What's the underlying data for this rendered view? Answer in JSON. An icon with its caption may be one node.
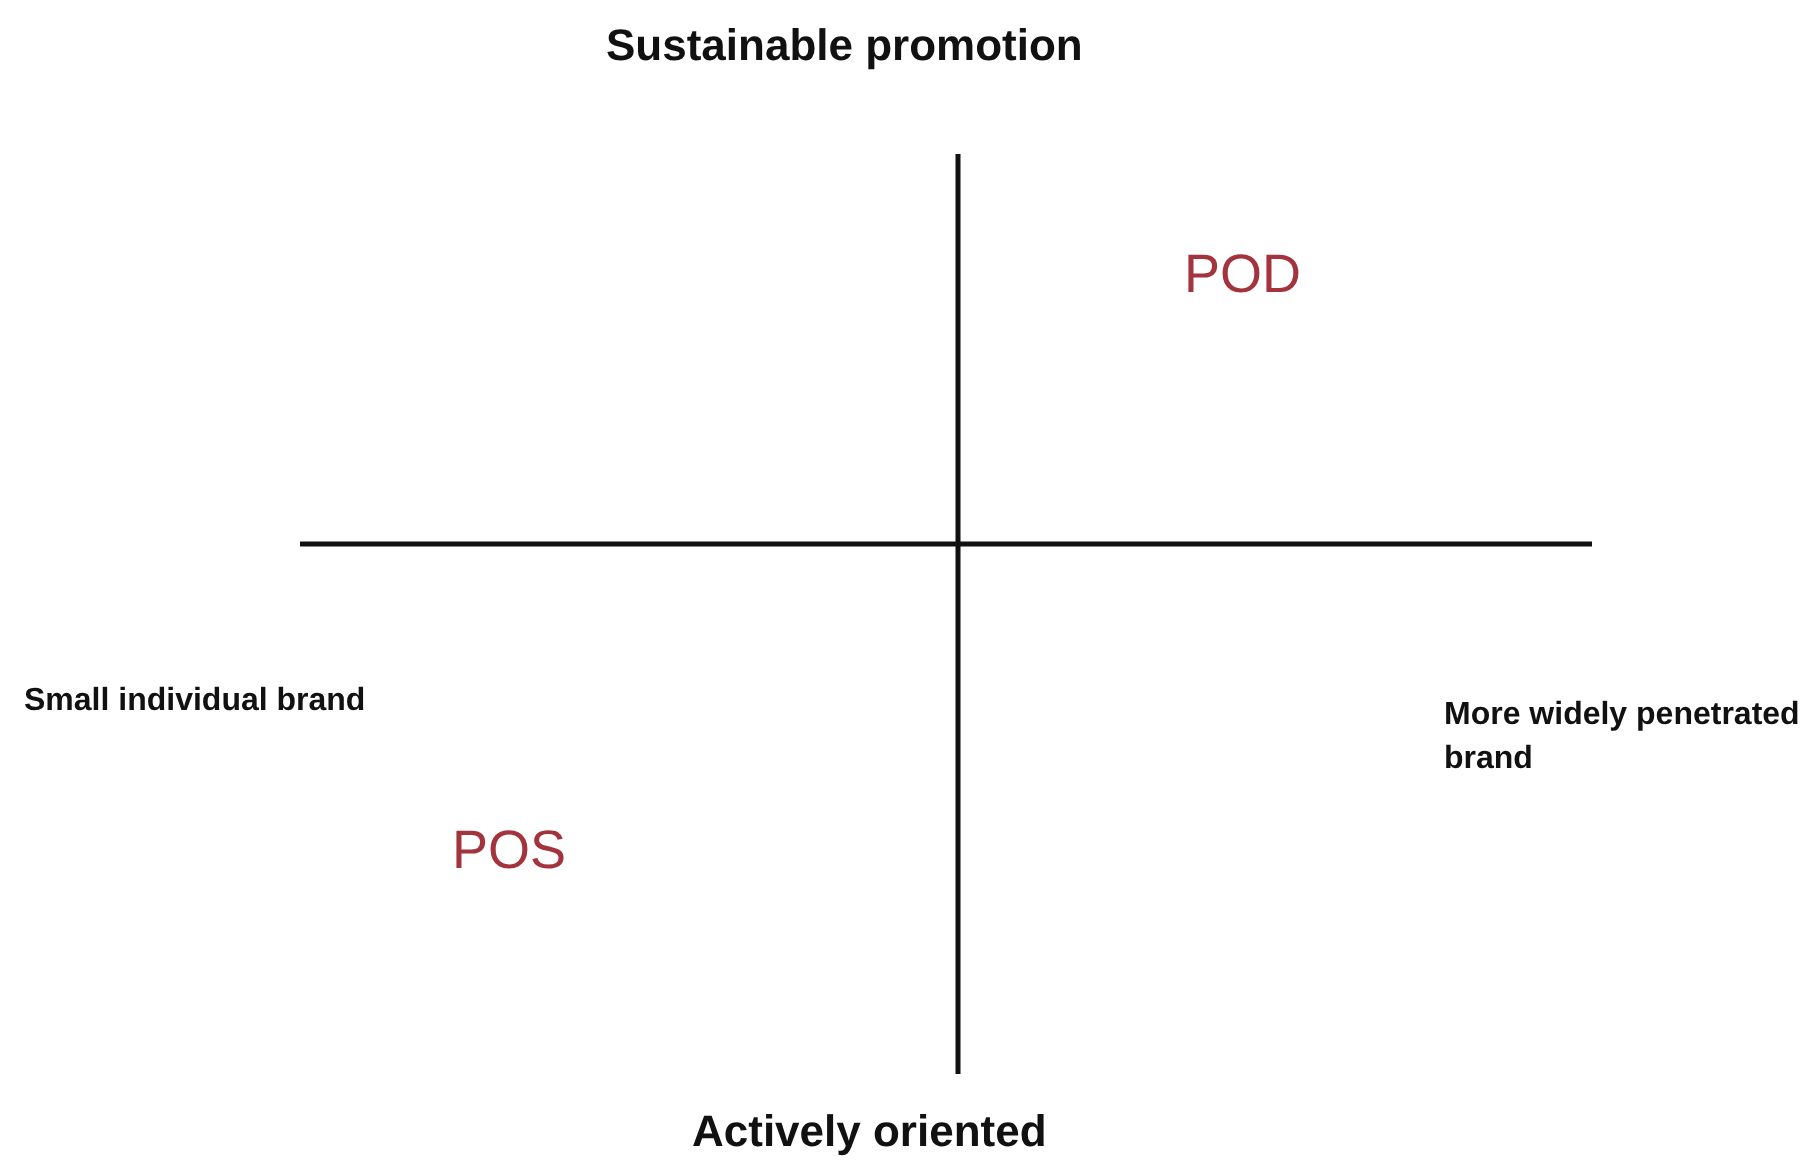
{
  "diagram": {
    "labels": [
      "Sustainable promotion",
      "POD",
      "Small individual brand",
      "More widely penetrated brand",
      "POS",
      "Actively oriented"
    ]
  }
}
